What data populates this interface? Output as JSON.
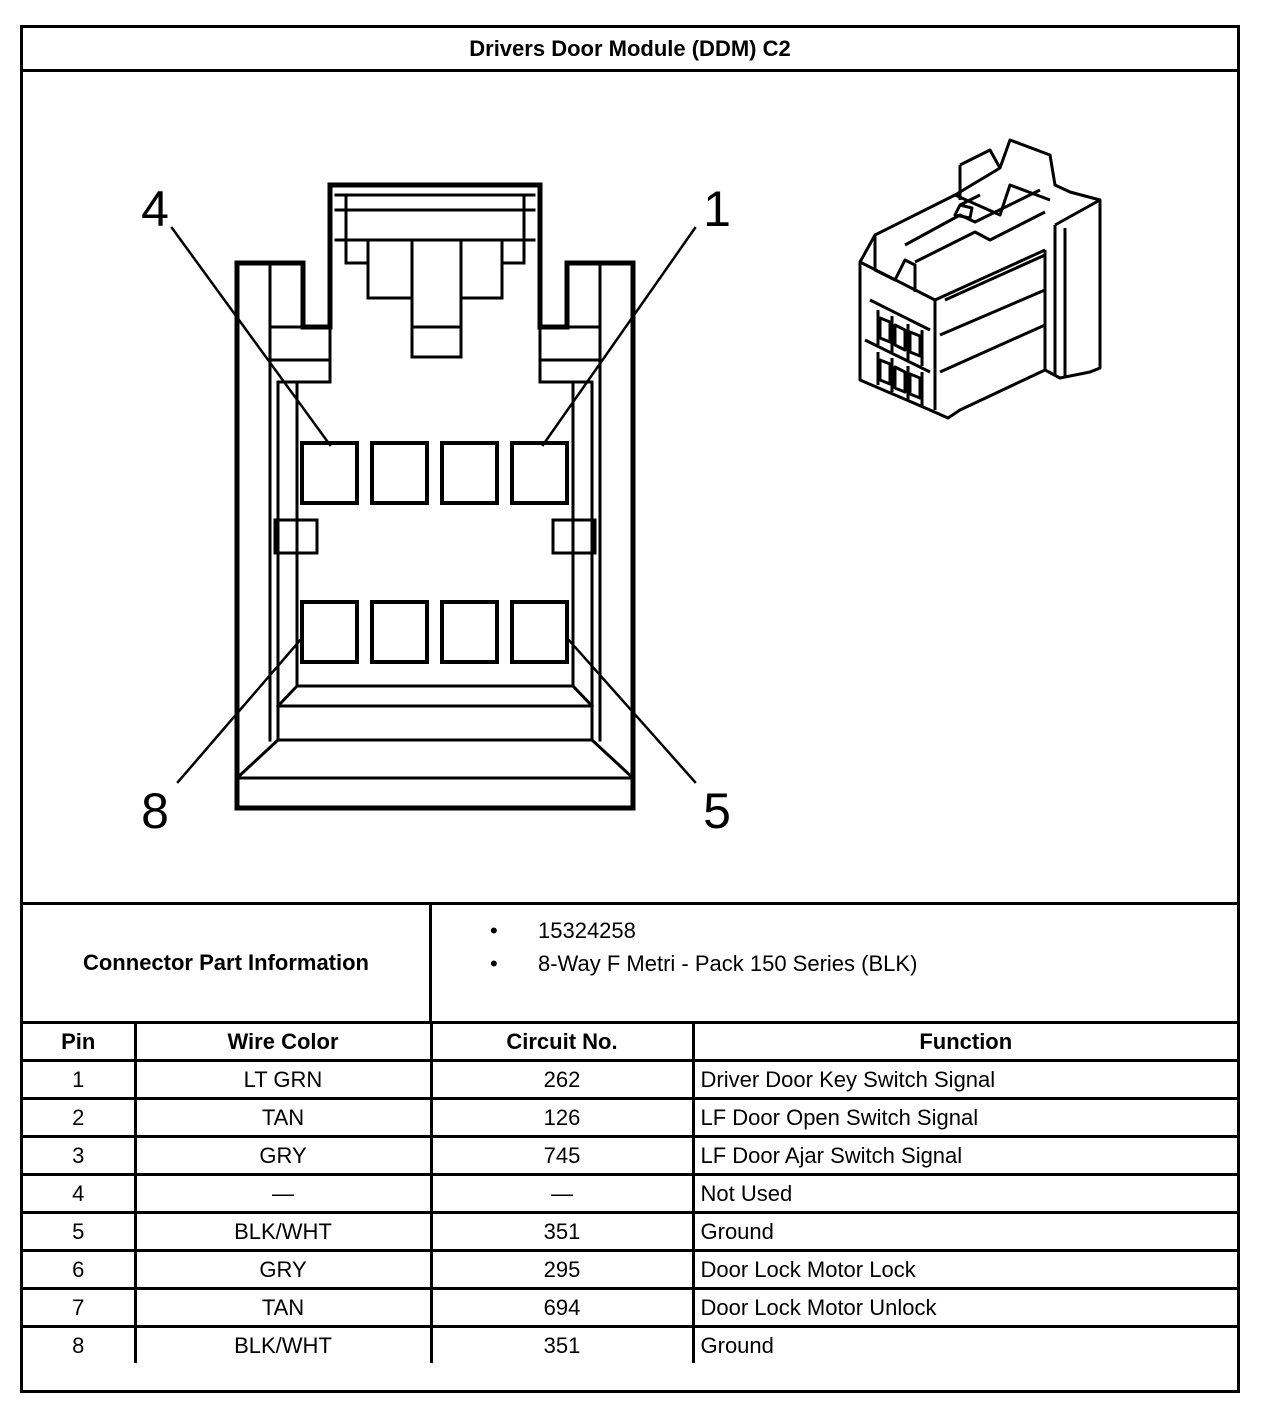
{
  "title": "Drivers Door Module (DDM) C2",
  "diagram": {
    "pin_callouts": [
      "4",
      "1",
      "8",
      "5"
    ]
  },
  "connector_info": {
    "label": "Connector Part Information",
    "items": [
      "15324258",
      "8-Way F Metri - Pack 150 Series (BLK)"
    ]
  },
  "pin_table": {
    "headers": {
      "pin": "Pin",
      "wire_color": "Wire Color",
      "circuit_no": "Circuit No.",
      "function": "Function"
    },
    "rows": [
      {
        "pin": "1",
        "wire_color": "LT GRN",
        "circuit": "262",
        "function": "Driver Door Key Switch Signal"
      },
      {
        "pin": "2",
        "wire_color": "TAN",
        "circuit": "126",
        "function": "LF Door Open Switch Signal"
      },
      {
        "pin": "3",
        "wire_color": "GRY",
        "circuit": "745",
        "function": "LF Door Ajar Switch Signal"
      },
      {
        "pin": "4",
        "wire_color": "—",
        "circuit": "—",
        "function": "Not Used"
      },
      {
        "pin": "5",
        "wire_color": "BLK/WHT",
        "circuit": "351",
        "function": "Ground"
      },
      {
        "pin": "6",
        "wire_color": "GRY",
        "circuit": "295",
        "function": "Door Lock Motor Lock"
      },
      {
        "pin": "7",
        "wire_color": "TAN",
        "circuit": "694",
        "function": "Door Lock Motor Unlock"
      },
      {
        "pin": "8",
        "wire_color": "BLK/WHT",
        "circuit": "351",
        "function": "Ground"
      }
    ]
  }
}
